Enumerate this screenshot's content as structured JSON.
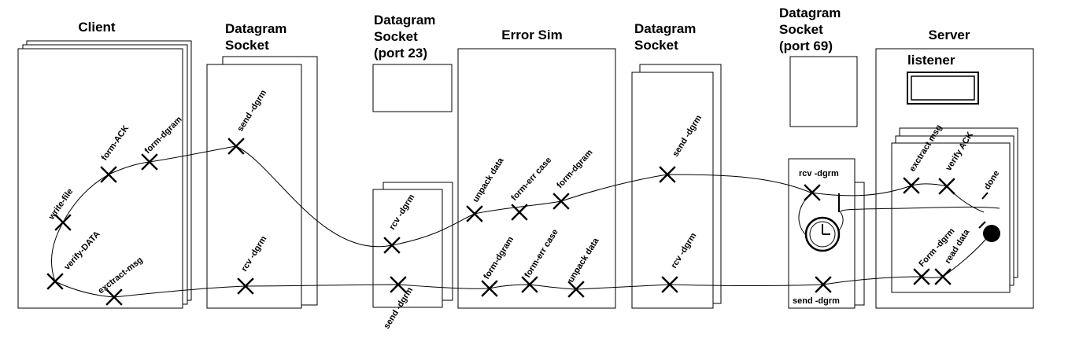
{
  "headings": {
    "client": "Client",
    "dgsock_client": [
      "Datagram",
      "Socket"
    ],
    "dgsock_port23": [
      "Datagram",
      "Socket",
      "(port 23)"
    ],
    "error_sim": "Error Sim",
    "dgsock_mid": [
      "Datagram",
      "Socket"
    ],
    "dgsock_port69": [
      "Datagram",
      "Socket",
      "(port 69)"
    ],
    "server": "Server",
    "listener": "listener"
  },
  "labels": {
    "write_file": "write-file",
    "form_ack": "form-ACK",
    "form_dgram_client": "form-dgram",
    "verify_data": "verify-DATA",
    "extract_msg_client": "exctract-msg",
    "send_dgrm_1": "send -dgrm",
    "rcv_dgrm_1": "rcv -dgrm",
    "rcv_dgrm_23": "rcv -dgrm",
    "send_dgrm_23": "send -dgrm",
    "unpack_data_top": "unpack data",
    "form_err_case_top": "form-err case",
    "form_dgram_top": "form-dgram",
    "form_dgram_bottom": "form-dgram",
    "form_err_case_bottom": "form-err case",
    "unpack_data_bottom": "unpack data",
    "send_dgrm_mid": "send -dgrm",
    "rcv_dgrm_mid": "rcv -dgrm",
    "rcv_dgrm_69": "rcv -dgrm",
    "send_dgrm_69": "send -dgrm",
    "extract_msg_server": "exctract msg",
    "verify_ack": "verify ACK",
    "done": "done",
    "form_dgrm_server": "Form -dgrm",
    "read_data": "read data"
  },
  "icons": {
    "timer": "clock-icon",
    "end_point": "filled-circle-icon",
    "step_marker": "x-mark-icon"
  }
}
